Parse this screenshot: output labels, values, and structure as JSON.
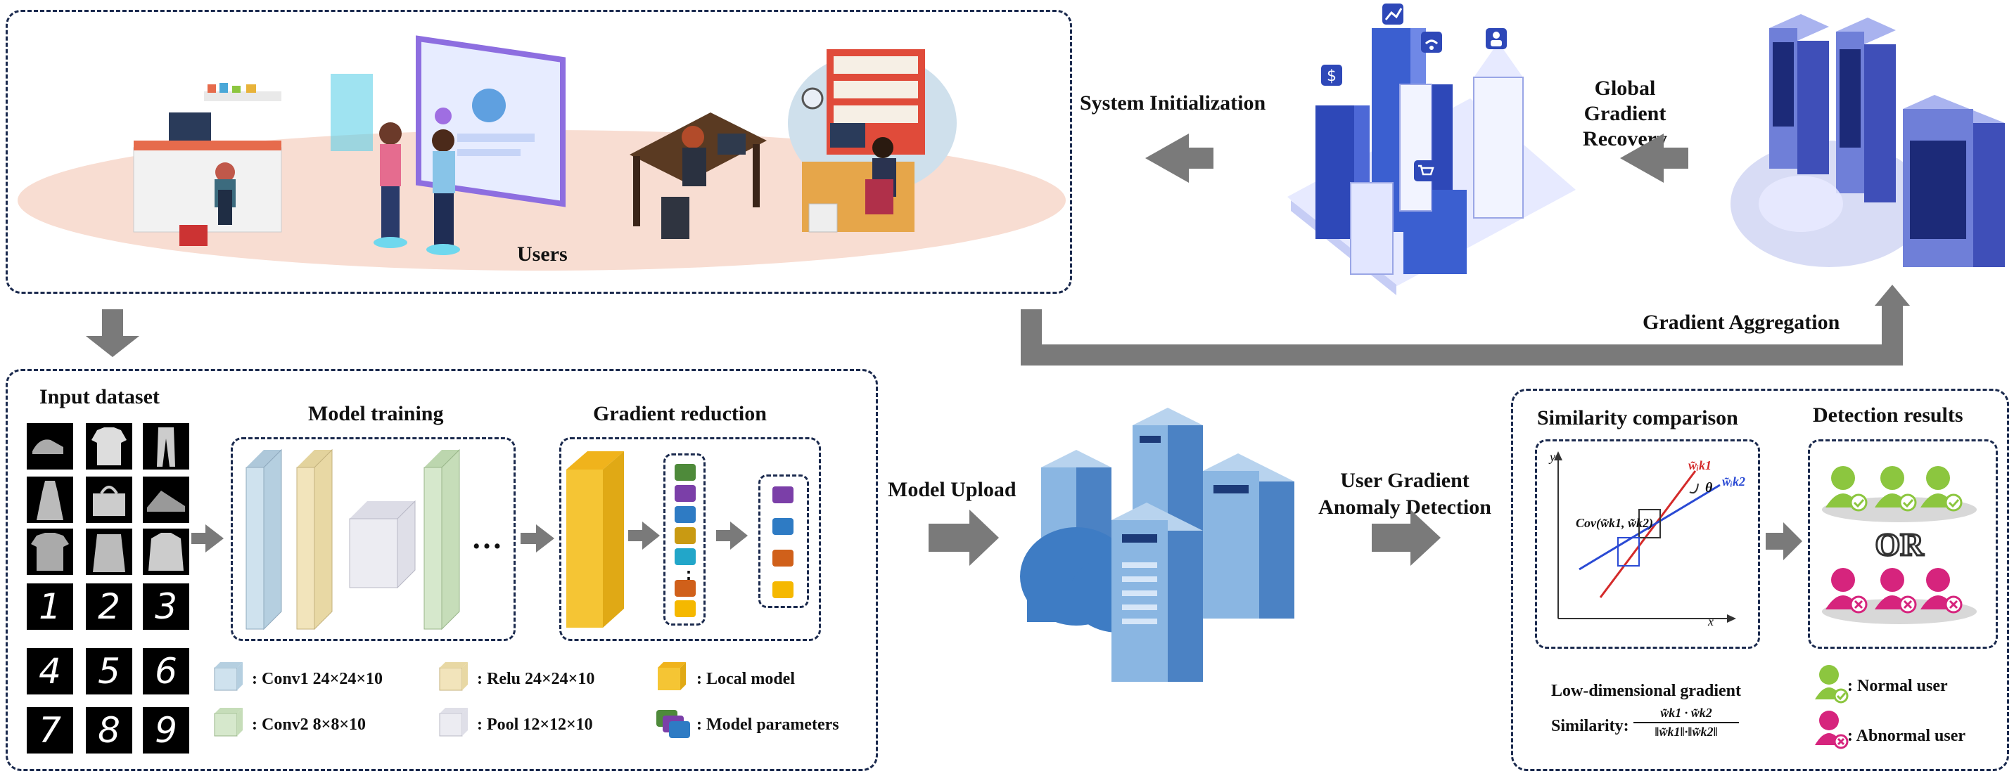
{
  "top": {
    "users_label": "Users",
    "system_init_label": "System Initialization",
    "global_recovery_label": "Global Gradient\nRecovery",
    "gradient_aggregation_label": "Gradient Aggregation"
  },
  "training": {
    "input_dataset_label": "Input dataset",
    "model_training_label": "Model training",
    "gradient_reduction_label": "Gradient reduction",
    "digits": [
      "1",
      "2",
      "3",
      "4",
      "5",
      "6",
      "7",
      "8",
      "9"
    ],
    "ellipsis": "…",
    "vdots": "⋮",
    "legend": {
      "conv1": ": Conv1 24×24×10",
      "relu": ": Relu 24×24×10",
      "local_model": ": Local model",
      "conv2": ": Conv2 8×8×10",
      "pool": ": Pool 12×12×10",
      "model_params": ": Model parameters"
    }
  },
  "middle": {
    "model_upload_label": "Model Upload",
    "anomaly_detection_label": "User Gradient\nAnomaly Detection"
  },
  "detection": {
    "similarity_comparison_label": "Similarity comparison",
    "detection_results_label": "Detection results",
    "or_label": "OR",
    "axis_y": "y",
    "axis_x": "x",
    "theta": "θ",
    "vec_k1": "w̃ᵢk1",
    "vec_k2": "w̃ᵢk2",
    "cov_label": "Cov(w̃k1, w̃k2)",
    "low_dim_label": "Low-dimensional gradient",
    "similarity_label": "Similarity:",
    "similarity_formula_num": "w̃k1 · w̃k2",
    "similarity_formula_den": "‖w̃k1‖·‖w̃k2‖",
    "normal_user_label": ": Normal user",
    "abnormal_user_label": ": Abnormal user"
  },
  "colors": {
    "border": "#1b2a4e",
    "arrow": "#7a7a7a",
    "conv1": "#cfe2ee",
    "relu": "#f2e4bb",
    "conv2": "#d6e8cc",
    "pool": "#ececf2",
    "local_model": "#f5c534",
    "normal_user": "#8cc63f",
    "abnormal_user": "#d6247d",
    "param_purple": "#7b3fa8",
    "param_blue": "#2e7bc4",
    "param_orange": "#d0601a",
    "param_yellow": "#f5b800",
    "param_green": "#4e8a3a",
    "param_olive": "#c99a12",
    "server_blue": "#3b5fc0"
  }
}
